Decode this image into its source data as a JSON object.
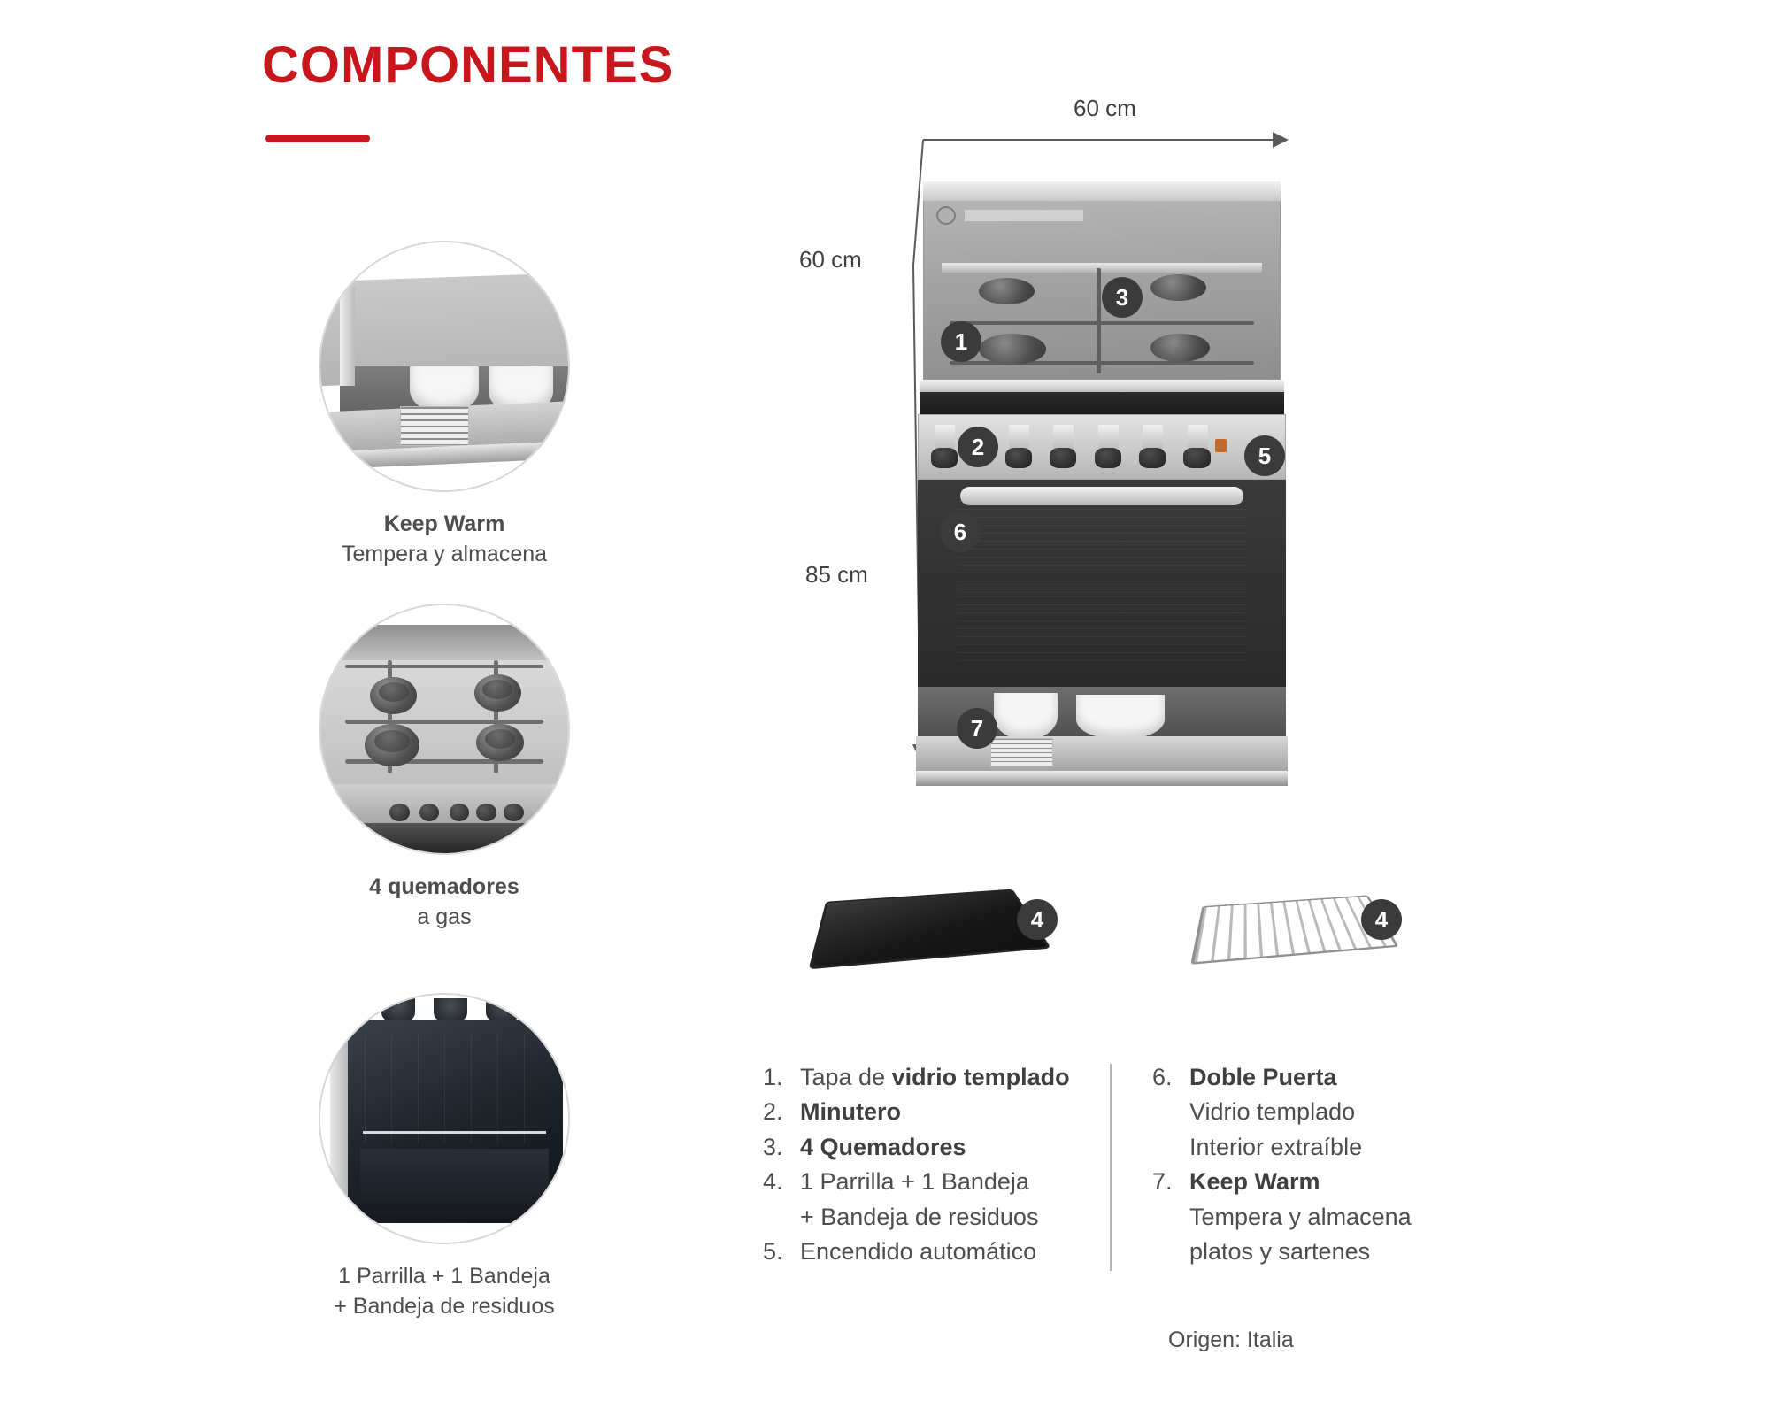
{
  "header": {
    "title": "COMPONENTES",
    "accent_color": "#c8161d",
    "rule": "red-underline"
  },
  "features": [
    {
      "id": "keep-warm",
      "thumb_icon": "keep-warm-drawer-photo",
      "title": "Keep Warm",
      "subtitle": "Tempera y almacena"
    },
    {
      "id": "burners",
      "thumb_icon": "gas-cooktop-photo",
      "title": "4 quemadores",
      "subtitle": "a gas"
    },
    {
      "id": "trays",
      "thumb_icon": "oven-interior-photo",
      "title": "1 Parrilla + 1 Bandeja",
      "subtitle": "+ Bandeja de residuos"
    }
  ],
  "dimensions": {
    "width": "60 cm",
    "depth": "60 cm",
    "height": "85 cm"
  },
  "product": {
    "image_name": "gas-stove-photo",
    "accessories": [
      {
        "name": "baking-tray",
        "badge": "4"
      },
      {
        "name": "wire-rack",
        "badge": "4"
      }
    ]
  },
  "badges": {
    "b1": "1",
    "b2": "2",
    "b3": "3",
    "b4a": "4",
    "b4b": "4",
    "b5": "5",
    "b6": "6",
    "b7": "7",
    "color": "#3b3b3b"
  },
  "legend": {
    "left": [
      {
        "num": "1.",
        "text_plain": "Tapa de ",
        "text_bold": "vidrio templado",
        "sub": ""
      },
      {
        "num": "2.",
        "text_plain": "",
        "text_bold": "Minutero",
        "sub": ""
      },
      {
        "num": "3.",
        "text_plain": "",
        "text_bold": "4 Quemadores",
        "sub": ""
      },
      {
        "num": "4.",
        "text_plain": "1 Parrilla + 1 Bandeja",
        "text_bold": "",
        "sub": "+  Bandeja de residuos"
      },
      {
        "num": "5.",
        "text_plain": "Encendido automático",
        "text_bold": "",
        "sub": ""
      }
    ],
    "right": [
      {
        "num": "6.",
        "text_plain": "",
        "text_bold": "Doble Puerta",
        "sub1": "Vidrio templado",
        "sub2": "Interior extraíble"
      },
      {
        "num": "7.",
        "text_plain": "",
        "text_bold": "Keep Warm",
        "sub1": "Tempera y almacena",
        "sub2": "platos y sartenes"
      }
    ]
  },
  "origin": "Origen: Italia"
}
